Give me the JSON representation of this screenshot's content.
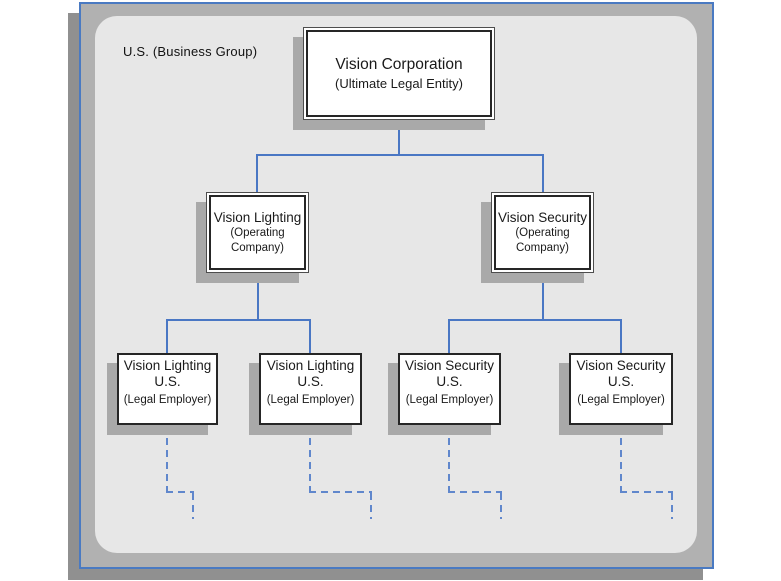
{
  "diagram": {
    "group_label": "U.S. (Business Group)",
    "nodes": {
      "corp": {
        "title": "Vision Corporation",
        "subtitle": "(Ultimate Legal Entity)"
      },
      "lighting": {
        "title": "Vision Lighting",
        "subtitle": "(Operating Company)"
      },
      "security": {
        "title": "Vision Security",
        "subtitle": "(Operating Company)"
      },
      "lighting_us_a": {
        "title": "Vision Lighting U.S.",
        "subtitle": "(Legal Employer)"
      },
      "lighting_us_b": {
        "title": "Vision Lighting U.S.",
        "subtitle": "(Legal Employer)"
      },
      "security_us_a": {
        "title": "Vision Security U.S.",
        "subtitle": "(Legal Employer)"
      },
      "security_us_b": {
        "title": "Vision Security U.S.",
        "subtitle": "(Legal Employer)"
      }
    },
    "colors": {
      "frame_border": "#4a7ac2",
      "frame_fill": "#b1b1b1",
      "panel_fill": "#e7e7e7",
      "connector_solid": "#4a77c4",
      "connector_dashed": "#6087cc",
      "node_border": "#262626",
      "shadow": "#a9a9a9"
    }
  }
}
